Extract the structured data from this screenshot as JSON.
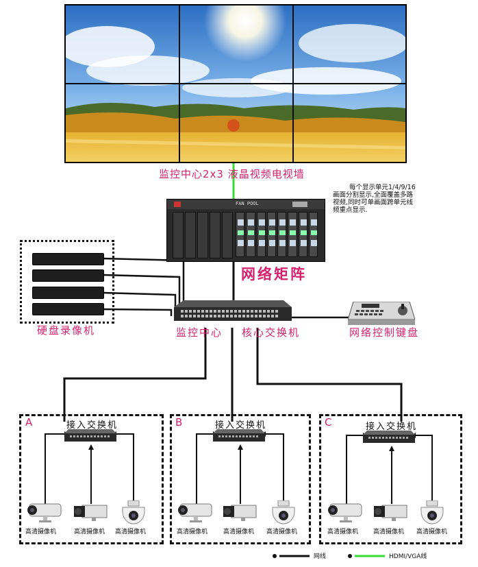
{
  "video_wall": {
    "caption": "监控中心2x3 液晶视频电视墙",
    "rows": 2,
    "cols": 3
  },
  "matrix": {
    "label": "网络矩阵",
    "panel_text": "FAN POOL",
    "note_lines": [
      "每个显示单元1/4/9/16",
      "画面分割显示,全面覆盖多路",
      "视频,同时可单画面跨单元线",
      "频重点显示."
    ]
  },
  "nvr": {
    "label": "硬盘录像机",
    "count": 4
  },
  "core_switch": {
    "label_left": "监控中心",
    "label_right": "核心交换机"
  },
  "keyboard": {
    "label": "网络控制键盘"
  },
  "access_groups": [
    {
      "letter": "A",
      "switch_label": "接入交换机",
      "cameras": [
        {
          "type": "bullet-camera",
          "label": "高清摄像机"
        },
        {
          "type": "box-camera",
          "label": "高清摄像机"
        },
        {
          "type": "dome-camera",
          "label": "高清摄像机"
        }
      ]
    },
    {
      "letter": "B",
      "switch_label": "接入交换机",
      "cameras": [
        {
          "type": "bullet-camera",
          "label": "高清摄像机"
        },
        {
          "type": "box-camera",
          "label": "高清摄像机"
        },
        {
          "type": "dome-camera",
          "label": "高清摄像机"
        }
      ]
    },
    {
      "letter": "C",
      "switch_label": "接入交换机",
      "cameras": [
        {
          "type": "bullet-camera",
          "label": "高清摄像机"
        },
        {
          "type": "box-camera",
          "label": "高清摄像机"
        },
        {
          "type": "dome-camera",
          "label": "高清摄像机"
        }
      ]
    }
  ],
  "legend": [
    {
      "label": "网线",
      "color": "#111111"
    },
    {
      "label": "HDMI/VGA线",
      "color": "#33dd33"
    }
  ]
}
